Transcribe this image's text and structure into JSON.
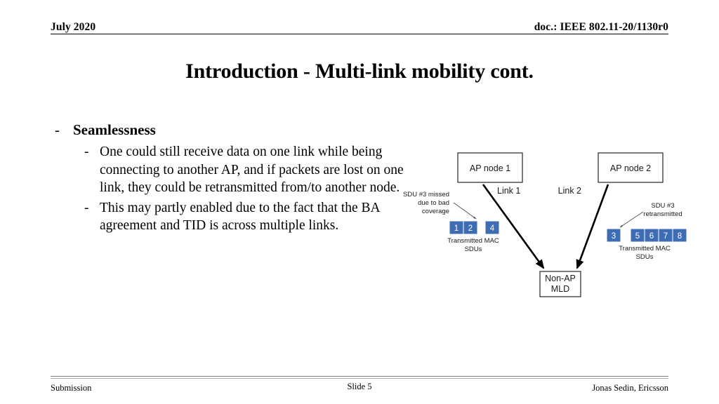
{
  "header": {
    "date": "July 2020",
    "doc_id": "doc.: IEEE 802.11-20/1130r0"
  },
  "title": "Introduction - Multi-link mobility cont.",
  "body": {
    "dash": "-",
    "heading": "Seamlessness",
    "bullets": [
      "One could still receive data on one link while being connecting to another AP, and if packets are lost on one link, they could be retransmitted from/to another node.",
      "This may partly enabled due to the fact that the BA agreement and TID is across multiple links."
    ]
  },
  "diagram": {
    "accent_color": "#3f6db3",
    "box_border_color": "#262626",
    "arrow_color": "#000000",
    "annotation_arrow_color": "#7f7f7f",
    "nodes": {
      "ap1": "AP node 1",
      "ap2": "AP node 2",
      "client_line1": "Non-AP",
      "client_line2": "MLD"
    },
    "links": {
      "link1": "Link 1",
      "link2": "Link 2"
    },
    "annotations": {
      "missed": [
        "SDU #3 missed",
        "due to bad",
        "coverage"
      ],
      "retransmitted": [
        "SDU #3",
        "retransmitted"
      ]
    },
    "captions": {
      "left": [
        "Transmitted MAC",
        "SDUs"
      ],
      "right": [
        "Transmitted MAC",
        "SDUs"
      ]
    },
    "sdus": {
      "left_group_a": [
        "1",
        "2"
      ],
      "left_group_b": [
        "4"
      ],
      "right_group_a": [
        "3"
      ],
      "right_group_b": [
        "5",
        "6",
        "7",
        "8"
      ]
    }
  },
  "footer": {
    "left": "Submission",
    "center": "Slide 5",
    "right": "Jonas Sedin, Ericsson"
  }
}
